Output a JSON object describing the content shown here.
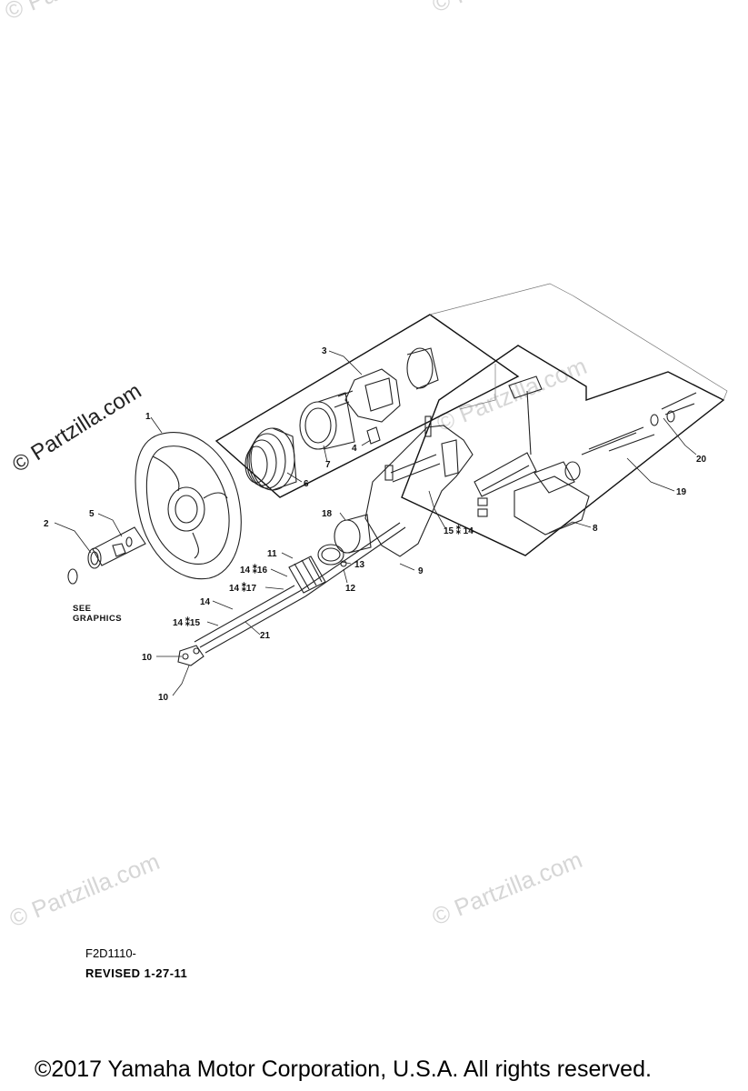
{
  "watermarks": {
    "main": "© Partzilla.com",
    "faint": "© Partzilla.com"
  },
  "callouts": {
    "c1": "1",
    "c2": "2",
    "c3": "3",
    "c4": "4",
    "c5": "5",
    "c6": "6",
    "c7": "7",
    "c8": "8",
    "c9": "9",
    "c10a": "10",
    "c10b": "10",
    "c11": "11",
    "c12": "12",
    "c13": "13",
    "c14": "14",
    "c14_16": "14 ⁑16",
    "c14_17": "14 ⁑17",
    "c14_15": "14 ⁑15",
    "c15_14": "15 ⁑ 14",
    "c18": "18",
    "c19": "19",
    "c20": "20",
    "c21": "21"
  },
  "see_graphics": [
    "SEE",
    "GRAPHICS"
  ],
  "diagram_code": "F2D1110-",
  "revised": "REVISED 1-27-11",
  "copyright": "©2017  Yamaha Motor Corporation, U.S.A. All rights reserved."
}
